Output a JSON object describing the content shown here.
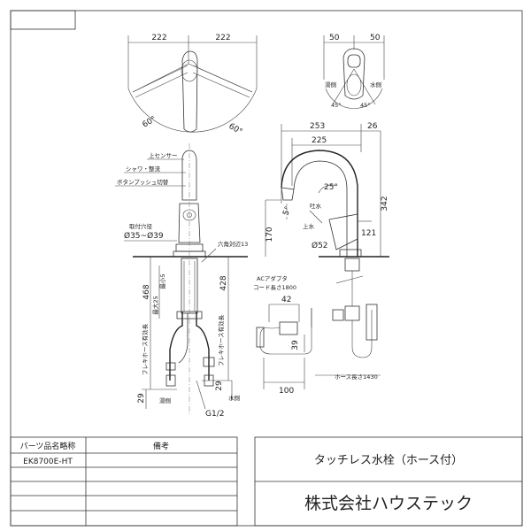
{
  "top_view": {
    "width_left": "222",
    "width_right": "222",
    "angle_left": "60°",
    "angle_right": "60°"
  },
  "handle_view": {
    "width_left": "50",
    "width_right": "50",
    "hot_label": "湯側",
    "cold_label": "水側",
    "angle_left": "45°",
    "angle_right": "45°"
  },
  "front_view": {
    "callouts": {
      "sensor": "上センサー",
      "shower": "シャワ・整流",
      "button": "ボタンプッシュ切替",
      "bore_label": "取付穴径",
      "bore_value": "Ø35~Ø39",
      "hex": "六角対辺13",
      "max25": "最大25",
      "max65": "最小5",
      "hose_hot": "フレキホース有効長",
      "hose_cold": "フレキホース有効長",
      "hot_side": "湯側",
      "cold_side": "水側",
      "thread": "G1/2"
    },
    "dims": {
      "d468": "468",
      "d428": "428",
      "d29_left": "29",
      "d29_right": "29"
    }
  },
  "side_view": {
    "d253": "253",
    "d26": "26",
    "d225": "225",
    "d342": "342",
    "d170": "170",
    "d121": "121",
    "d52": "Ø52",
    "a25": "25°",
    "a5": "5°",
    "spout_label": "吐水",
    "top_label": "上水"
  },
  "adapter_view": {
    "title": "ACアダプタ",
    "cord": "コード長さ1800",
    "d42": "42",
    "d39": "39",
    "d100": "100",
    "hose_len": "ホース長さ1430"
  },
  "parts_table": {
    "col_part": "パーツ品名略称",
    "col_note": "備考",
    "part_code": "EK8700E-HT"
  },
  "title_block": {
    "product_name": "タッチレス水栓（ホース付）",
    "company": "株式会社ハウステック"
  }
}
